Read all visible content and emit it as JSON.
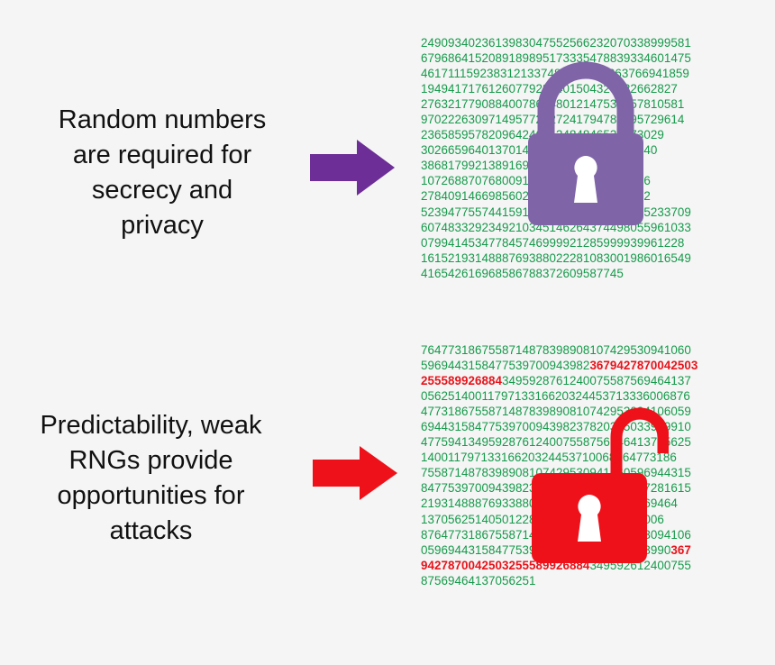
{
  "top": {
    "caption": [
      "Random numbers",
      "are required for",
      "secrecy and",
      "privacy"
    ],
    "lines": [
      "24909340236139830475525662320703389995​81",
      "67968641520891898951733354788393346014​75",
      "46171115923831213374831395003637669418​59",
      "19494171761260779281401504329322662827",
      "27632177908840078614801214753765781058​1",
      "97022263097149577212724179478169572961​4",
      "23658595782096424681348484653187302​9",
      "30266596401370140091979714499246540",
      "38681799213891690300973346267933​2",
      "10726887076800910040504409954216​76",
      "27840914669856025981740793805323​92",
      "52394775574415918458215625181921552337​09",
      "60748332923492103451462643744980559610​33",
      "07994145347784574699992128599993996122​8",
      "16152193148887693880222810830019860165​49",
      "4165426169685867883726095877​45"
    ],
    "lock_color": "#7f64a8",
    "arrow_color": "#6d2e97"
  },
  "bottom": {
    "caption": [
      "Predictability, weak",
      "RNGs provide",
      "opportunities for",
      "attacks"
    ],
    "lines": [
      [
        {
          "t": "7647731867558714878398908107429530941060"
        }
      ],
      [
        {
          "t": "5969443158477539700943982"
        },
        {
          "t": "367942787004250​3",
          "hl": true
        }
      ],
      [
        {
          "t": "255589926884",
          "hl": true
        },
        {
          "t": "3495928761240075587569464137"
        }
      ],
      [
        {
          "t": "0562514001179713316620324453713336006876"
        }
      ],
      [
        {
          "t": "4773186755871487839890810742953094106059"
        }
      ],
      [
        {
          "t": "6944315847753970094398237820385033909910"
        }
      ],
      [
        {
          "t": "4775941349592876124007558756946413705625"
        }
      ],
      [
        {
          "t": "1400117971331662032445371006876477318​6"
        }
      ],
      [
        {
          "t": "7558714878398908107429530941060596944315"
        }
      ],
      [
        {
          "t": "8477539700943982374963239901996127281615"
        }
      ],
      [
        {
          "t": "2193148887693388022281083007558756946​4"
        }
      ],
      [
        {
          "t": "1370562514050122853344571537154360​06"
        }
      ],
      [
        {
          "t": "8764773186755871487839890810742953094106"
        }
      ],
      [
        {
          "t": "0596944315847753970094398237496323990"
        },
        {
          "t": "367",
          "hl": true
        }
      ],
      [
        {
          "t": "942787004250325558992688​4",
          "hl": true
        },
        {
          "t": "349592612400755"
        }
      ],
      [
        {
          "t": "87569464137056251"
        }
      ]
    ],
    "lock_color": "#ee1119",
    "arrow_color": "#ee1119"
  }
}
